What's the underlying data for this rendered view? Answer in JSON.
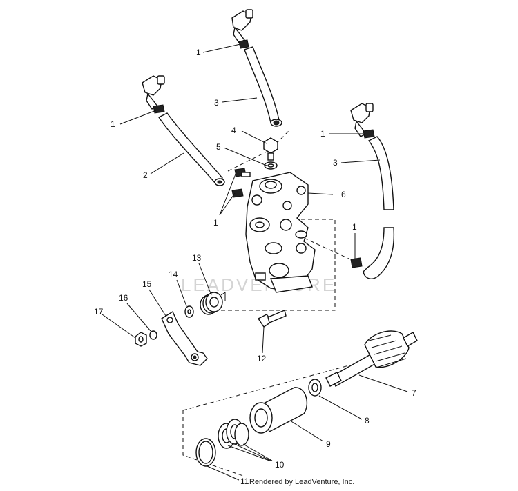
{
  "watermark": "LEADVENTURE",
  "credit": "Rendered by LeadVenture, Inc.",
  "callouts": {
    "c1_top": "1",
    "c1_left": "1",
    "c1_right": "1",
    "c1_pair": "1",
    "c1_lower": "1",
    "c2": "2",
    "c3_top": "3",
    "c3_right": "3",
    "c4": "4",
    "c5": "5",
    "c6": "6",
    "c7": "7",
    "c8": "8",
    "c9": "9",
    "c10": "10",
    "c11": "11",
    "c12": "12",
    "c13": "13",
    "c14": "14",
    "c15": "15",
    "c16": "16",
    "c17": "17"
  }
}
